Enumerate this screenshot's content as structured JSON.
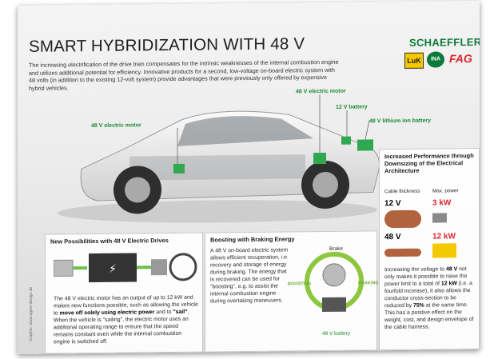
{
  "header": {
    "title": "SMART HYBRIDIZATION WITH 48 V",
    "intro": "The increasing electrification of the drive train compensates for the intrinsic weaknesses of the internal combustion engine and utilizes additional potential for efficiency. Innovative products for a second, low-voltage on-board electric system with 48 volts (in addition to the existing 12-volt system) provide advantages that were previously only offered by expensive hybrid vehicles."
  },
  "brand": {
    "name": "SCHAEFFLER",
    "logos": [
      "LuK",
      "INA",
      "FAG"
    ],
    "colors": {
      "schaeffler": "#0b7a3a",
      "luk": "#f5c900",
      "fag": "#d8232a"
    }
  },
  "callouts": {
    "motor_left": "48 V electric motor",
    "motor_top": "48 V electric motor",
    "battery_12v": "12 V battery",
    "battery_48v": "48 V lithium ion battery"
  },
  "panel_drives": {
    "title": "New Possibilities with 48 V Electric Drives",
    "text_1": "The 48 V electric motor has an output of up to 12 kW and makes new functions possible, such as allowing the vehicle to ",
    "text_bold_1": "move off solely using electric power",
    "text_2": " and to ",
    "text_bold_2": "\"sail\"",
    "text_3": ". When the vehicle is \"sailing\", the electric motor uses an additional operating range to ensure that the speed remains constant even while the internal combustion engine is switched off."
  },
  "panel_braking": {
    "title": "Boosting with Braking Energy",
    "text": "A 48 V on-board electric system allows efficient recuperation, i.e. recovery and storage of energy during braking. The energy that is recovered can be used for \"boosting\", e.g. to assist the internal combustion engine during overtaking maneuvers.",
    "label_brake": "Brake",
    "label_braking": "BRAKING",
    "label_boosting": "BOOSTING",
    "label_battery": "48 V battery"
  },
  "panel_performance": {
    "title": "Increased Performance through Downsizing of the Electrical Architecture",
    "col_cable": "Cable thickness",
    "col_power": "Max. power",
    "row1_voltage": "12 V",
    "row1_power": "3 kW",
    "row2_voltage": "48 V",
    "row2_power": "12 kW",
    "text_1": "Increasing the voltage to ",
    "text_bold_1": "48 V",
    "text_2": " not only makes it possible to raise the power limit to a total of ",
    "text_bold_2": "12 kW",
    "text_3": " (i.e. a fourfold increase), it also allows the conductor cross-section to be reduced by ",
    "text_bold_3": "75%",
    "text_4": " at the same time. This has a positive effect on the weight, cost, and design envelope of the cable harness."
  },
  "credit": "Graphic: www.agent-design.de"
}
